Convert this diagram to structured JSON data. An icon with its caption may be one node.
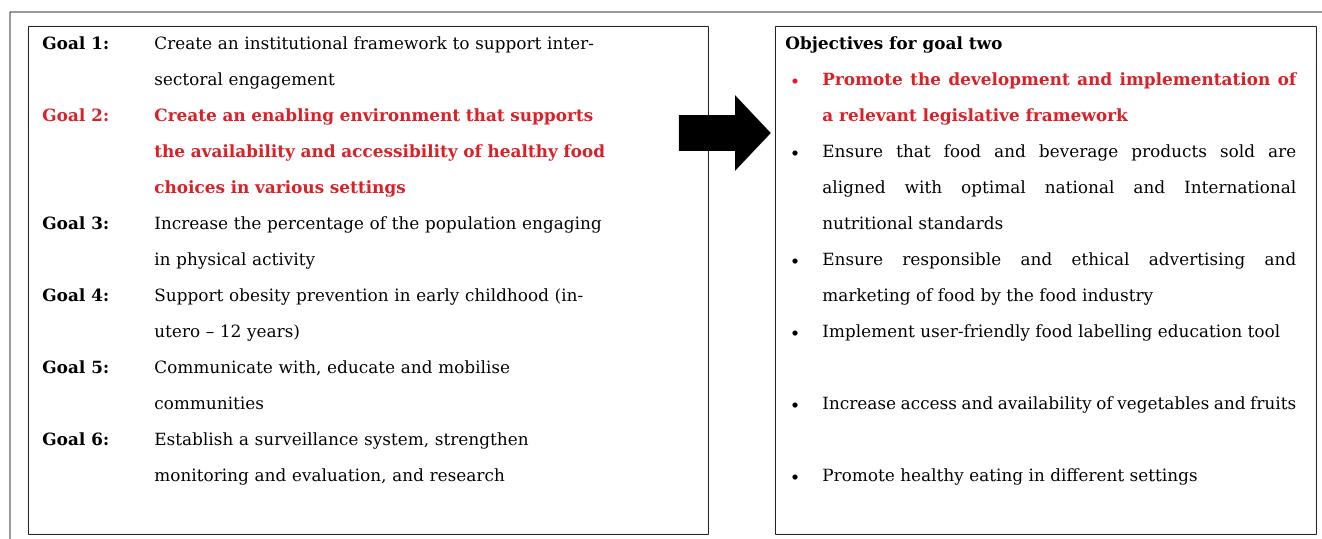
{
  "diagram": {
    "nodes": [
      {
        "text": [
          "Goal 1:",
          "Create an institutional framework to support inter-sectoral engagement",
          "Goal 2:",
          "Create an enabling environment that supports the availability and accessibility of healthy food choices in various settings",
          "Goal 3:",
          "Increase the percentage of the population engaging in physical activity",
          "Goal 4:",
          "Support obesity prevention in early childhood (in-utero – 12 years)",
          "Goal 5:",
          "Communicate with, educate and mobilise communities",
          "Goal 6:",
          "Establish a surveillance system, strengthen monitoring and evaluation, and research"
        ]
      },
      {
        "text": [
          "Objectives for goal two",
          "Promote the development and implementation of a relevant legislative framework",
          "Ensure that food and beverage products sold are aligned with optimal national and International nutritional standards",
          "Ensure responsible and ethical advertising and marketing of food by the food industry",
          "Implement user-friendly food labelling education tool",
          "Increase access and availability of vegetables and fruits",
          "Promote healthy eating in different settings"
        ]
      }
    ],
    "edges": [
      {
        "from": 0,
        "to": 1,
        "arrow": "to"
      }
    ]
  }
}
